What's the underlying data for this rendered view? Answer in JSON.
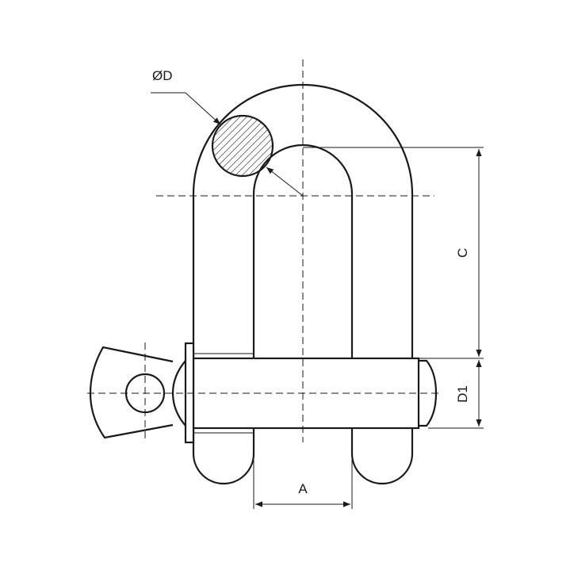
{
  "diagram": {
    "labels": {
      "diameter": "ØD",
      "dim_c": "C",
      "dim_d1": "D1",
      "dim_a": "A"
    },
    "colors": {
      "stroke": "#1a1a1a",
      "hatch": "#1a1a1a",
      "background": "#ffffff"
    }
  }
}
